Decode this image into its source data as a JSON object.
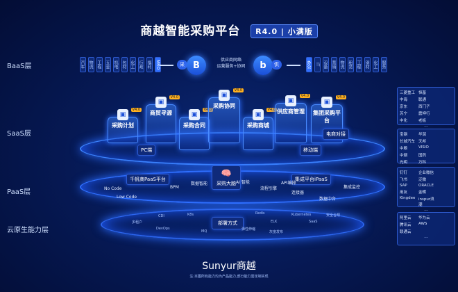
{
  "title": "商越智能采购平台",
  "badge": "R4.0 | 小满版",
  "layers": {
    "baas": "BaaS层",
    "saas": "SaaS层",
    "paas": "PaaS层",
    "cloud": "云原生能力层"
  },
  "baas_left_chips": [
    "汽车",
    "物流",
    "工程",
    "五金",
    "机电",
    "包材",
    "化工",
    "行政",
    "福利",
    "MRO"
  ],
  "baas_right_chips": [
    "办公",
    "IT",
    "设备",
    "营销",
    "物流",
    "租赁",
    "工程",
    "钢材",
    "化工",
    "服务"
  ],
  "buyer": {
    "letter": "B",
    "tag": "采"
  },
  "seller": {
    "letter": "b",
    "tag": "供"
  },
  "center_note": [
    "供应商网络",
    "运营服务+协同"
  ],
  "saas_modules": [
    {
      "name": "采购计划",
      "ver": "V4.0"
    },
    {
      "name": "商贸寻源",
      "ver": "V4.0"
    },
    {
      "name": "采购合同",
      "ver": "V4.0"
    },
    {
      "name": "采购协同",
      "ver": "V4.0"
    },
    {
      "name": "采购商城",
      "ver": "V4.0"
    },
    {
      "name": "供应商管理",
      "ver": "V4.0"
    },
    {
      "name": "集团采购平台",
      "ver": "V4.0"
    }
  ],
  "saas_extra": {
    "pc": "PC端",
    "mobile": "移动端",
    "app": "电商对接"
  },
  "paas_modules": [
    "千帆商PaaS平台",
    "采购大脑",
    "集成平台iPaaS"
  ],
  "paas_caps": [
    "No Code",
    "Low Code",
    "BPM",
    "数据智能",
    "AI 智能",
    "流程引擎",
    "API编排",
    "连接器",
    "数据中台",
    "集成监控"
  ],
  "cloud_center": "部署方式",
  "cloud_caps": [
    "CDI",
    "多租户",
    "K8s",
    "DevOps",
    "MQ",
    "Redis",
    "ELK",
    "Kubernetes",
    "SaaS",
    "安全合规",
    "弹性伸缩",
    "灰度发布"
  ],
  "right_panels": [
    {
      "logos": [
        "三菱重工",
        "恒基",
        "中海",
        "联通",
        "京东",
        "西门子",
        "苏宁",
        "震坤行",
        "中化",
        "老板"
      ]
    },
    {
      "logos": [
        "宝钢",
        "华润",
        "长城汽车",
        "天邦",
        "中粮",
        "VISIO",
        "中烟",
        "国药",
        "光明",
        "万科"
      ]
    },
    {
      "logos": [
        "钉钉",
        "企业微信",
        "飞书",
        "泛微",
        "SAP",
        "ORACLE",
        "用友",
        "金蝶",
        "Kingdee",
        "inspur浪潮"
      ]
    },
    {
      "logos": [
        "阿里云",
        "华为云",
        "腾讯云",
        "AWS",
        "联通云"
      ]
    }
  ],
  "footer": {
    "brand": "Sunyur商越",
    "note": "注:本图所有能力均为产品能力,部分能力需定制实现"
  }
}
